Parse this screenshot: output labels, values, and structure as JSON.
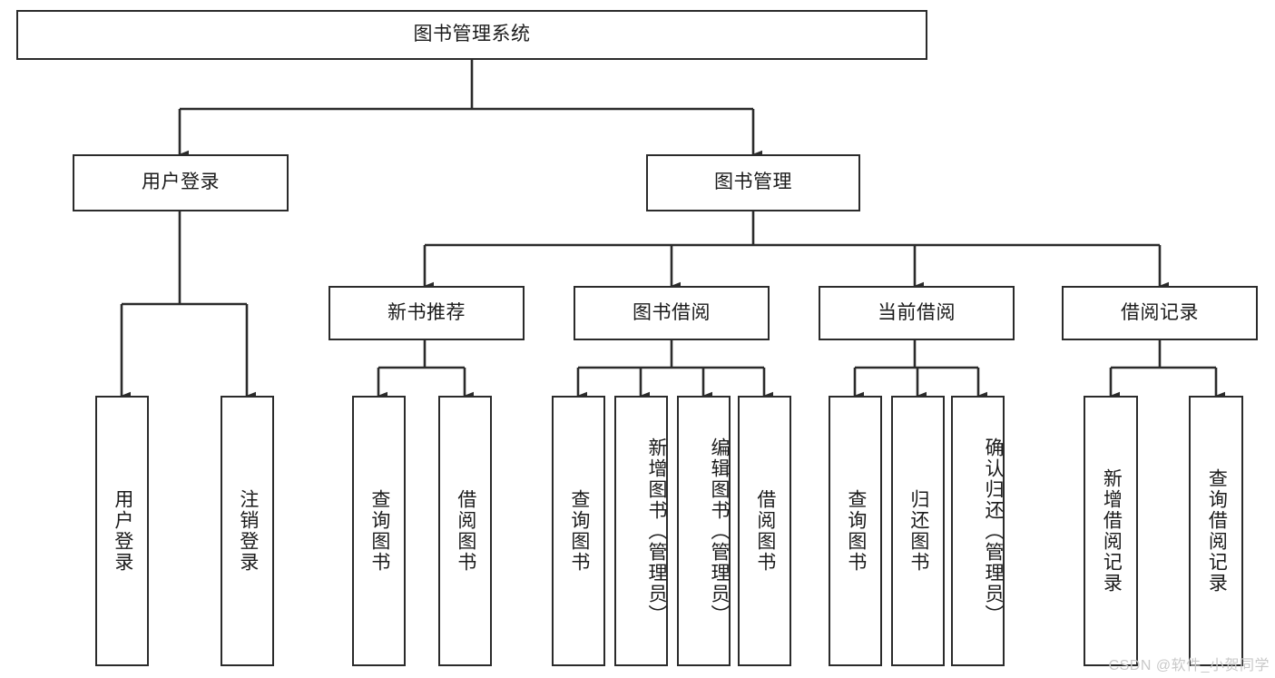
{
  "diagram": {
    "title": "图书管理系统",
    "type": "tree-hierarchy-chart",
    "watermark": "CSDN @软件_小贺同学",
    "colors": {
      "border": "#2b2b2b",
      "background": "#ffffff",
      "text": "#1b1b1b",
      "watermark": "#c9c9c9"
    },
    "nodes": {
      "root": {
        "label": "图书管理系统"
      },
      "level2": [
        {
          "id": "user-login",
          "label": "用户登录"
        },
        {
          "id": "book-manage",
          "label": "图书管理"
        }
      ],
      "level3": [
        {
          "id": "new-book-recommend",
          "label": "新书推荐"
        },
        {
          "id": "book-borrow",
          "label": "图书借阅"
        },
        {
          "id": "current-borrow",
          "label": "当前借阅"
        },
        {
          "id": "borrow-record",
          "label": "借阅记录"
        }
      ],
      "leaves": [
        {
          "id": "leaf-user-login",
          "label": "用户登录",
          "parent": "user-login"
        },
        {
          "id": "leaf-logout",
          "label": "注销登录",
          "parent": "user-login"
        },
        {
          "id": "leaf-query-book-1",
          "label": "查询图书",
          "parent": "new-book-recommend"
        },
        {
          "id": "leaf-borrow-book-1",
          "label": "借阅图书",
          "parent": "new-book-recommend"
        },
        {
          "id": "leaf-query-book-2",
          "label": "查询图书",
          "parent": "book-borrow"
        },
        {
          "id": "leaf-add-book",
          "label": "新增图书（管理员）",
          "parent": "book-borrow"
        },
        {
          "id": "leaf-edit-book",
          "label": "编辑图书（管理员）",
          "parent": "book-borrow"
        },
        {
          "id": "leaf-borrow-book-2",
          "label": "借阅图书",
          "parent": "book-borrow"
        },
        {
          "id": "leaf-query-book-3",
          "label": "查询图书",
          "parent": "current-borrow"
        },
        {
          "id": "leaf-return-book",
          "label": "归还图书",
          "parent": "current-borrow"
        },
        {
          "id": "leaf-confirm-return",
          "label": "确认归还（管理员）",
          "parent": "current-borrow"
        },
        {
          "id": "leaf-add-record",
          "label": "新增借阅记录",
          "parent": "borrow-record"
        },
        {
          "id": "leaf-query-record",
          "label": "查询借阅记录",
          "parent": "borrow-record"
        }
      ]
    }
  }
}
